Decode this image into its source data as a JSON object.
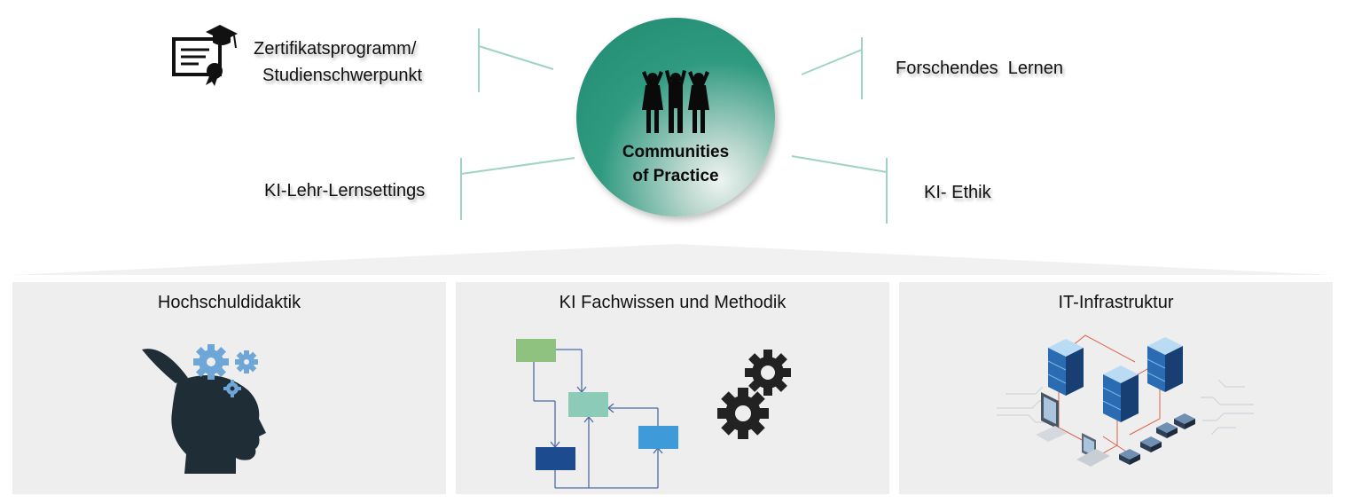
{
  "center": {
    "title_line1": "Communities",
    "title_line2": "of Practice"
  },
  "topics": {
    "zertifikat_line1": "Zertifikatsprogramm/",
    "zertifikat_line2": "Studienschwerpunkt",
    "forschendes": "Forschendes  Lernen",
    "lehr": "KI-Lehr-Lernsettings",
    "ethik": "KI- Ethik"
  },
  "pillars": [
    {
      "title": "Hochschuldidaktik",
      "icon": "head-gears-icon"
    },
    {
      "title": "KI Fachwissen und Methodik",
      "icon": "flowchart-gears-icon"
    },
    {
      "title": "IT-Infrastruktur",
      "icon": "server-network-icon"
    }
  ],
  "colors": {
    "accent_green": "#2f9a80",
    "connector": "#9fd3c4",
    "panel_bg": "#eeeeee",
    "head": "#1f2d36",
    "gear_blue": "#5b9bd5"
  }
}
